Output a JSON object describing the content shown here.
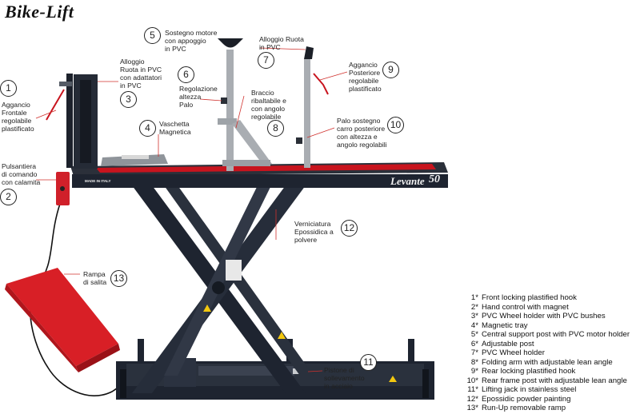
{
  "logo": "Bike-Lift",
  "model": {
    "name": "Levante",
    "number": "50",
    "badge": "MADE IN ITALY"
  },
  "callouts": [
    {
      "n": "1",
      "text": "Aggancio\nFrontale\nregolabile\nplastificato"
    },
    {
      "n": "2",
      "text": "Pulsantiera\ndi comando\ncon calamita"
    },
    {
      "n": "3",
      "text": "Alloggio\nRuota in PVC\ncon adattatori\nin PVC"
    },
    {
      "n": "4",
      "text": "Vaschetta\nMagnetica"
    },
    {
      "n": "5",
      "text": "Sostegno motore\ncon appoggio\nin PVC"
    },
    {
      "n": "6",
      "text": "Regolazione\naltezza\nPalo"
    },
    {
      "n": "7",
      "text": "Alloggio Ruota\nin PVC"
    },
    {
      "n": "8",
      "text": "Braccio\nribaltabile e\ncon angolo\nregolabile"
    },
    {
      "n": "9",
      "text": "Aggancio\nPosteriore\nregolabile\nplastificato"
    },
    {
      "n": "10",
      "text": "Palo sostegno\ncarro posteriore\ncon altezza e\nangolo regolabili"
    },
    {
      "n": "11",
      "text": "Pistone di\nsollevamento\nin acciaio"
    },
    {
      "n": "12",
      "text": "Verniciatura\nEpossidica a\npolvere"
    },
    {
      "n": "13",
      "text": "Rampa\ndi salita"
    }
  ],
  "legend": [
    {
      "key": "1*",
      "text": "Front locking plastified hook"
    },
    {
      "key": "2*",
      "text": "Hand control with magnet"
    },
    {
      "key": "3*",
      "text": "PVC Wheel holder with PVC bushes"
    },
    {
      "key": "4*",
      "text": "Magnetic tray"
    },
    {
      "key": "5*",
      "text": "Central support post with PVC motor holder"
    },
    {
      "key": "6*",
      "text": "Adjustable post"
    },
    {
      "key": "7*",
      "text": "PVC Wheel holder"
    },
    {
      "key": "8*",
      "text": "Folding arm with adjustable lean angle"
    },
    {
      "key": "9*",
      "text": "Rear locking plastified hook"
    },
    {
      "key": "10*",
      "text": "Rear frame post with adjustable lean angle"
    },
    {
      "key": "11*",
      "text": "Lifting jack in stainless steel"
    },
    {
      "key": "12*",
      "text": "Epossidic powder painting"
    },
    {
      "key": "13*",
      "text": "Run-Up removable ramp"
    }
  ],
  "colors": {
    "frame": "#1e2430",
    "accent": "#c8141e",
    "ramp": "#d81f26",
    "steel": "#a9adb2",
    "leader": "#d0312d"
  }
}
